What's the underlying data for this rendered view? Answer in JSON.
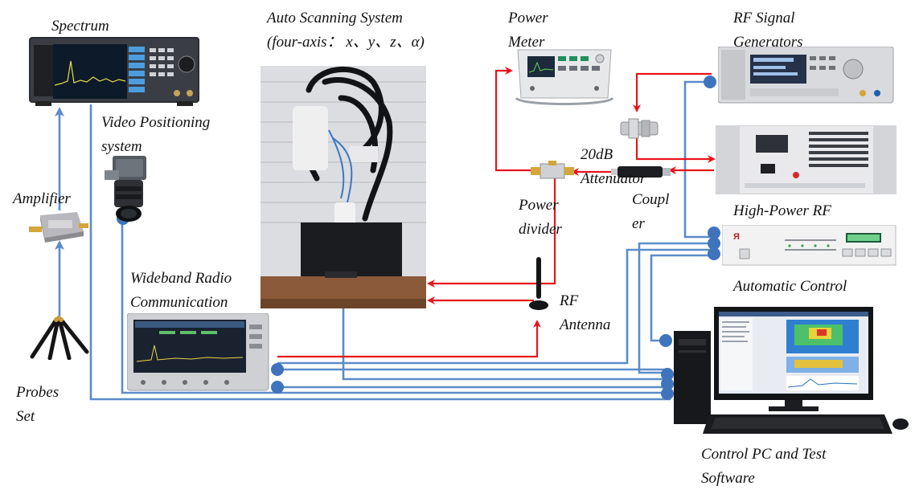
{
  "labels": {
    "spectrum": "Spectrum",
    "auto_scan_l1": "Auto Scanning System",
    "auto_scan_l2": "(four-axis： x、y、z、α)",
    "power_meter_l1": "Power",
    "power_meter_l2": "Meter",
    "rf_gen_l1": "RF Signal",
    "rf_gen_l2": "Generators",
    "video_l1": "Video Positioning",
    "video_l2": "system",
    "amplifier": "Amplifier",
    "attenuator_l1": "20dB",
    "attenuator_l2": "Attenuator",
    "power_divider_l1": "Power",
    "power_divider_l2": "divider",
    "coupler_l1": "Coupl",
    "coupler_l2": "er",
    "high_power_rf": "High-Power RF",
    "auto_control": "Automatic Control",
    "wideband_l1": "Wideband Radio",
    "wideband_l2": "Communication",
    "rf_antenna_l1": "RF",
    "rf_antenna_l2": "Antenna",
    "probes_l1": "Probes",
    "probes_l2": "Set",
    "control_pc_l1": "Control PC and Test",
    "control_pc_l2": "Software"
  },
  "colors": {
    "rf_path": "#e8141c",
    "control_path": "#5b8cc9",
    "node": "#3f74bd"
  }
}
